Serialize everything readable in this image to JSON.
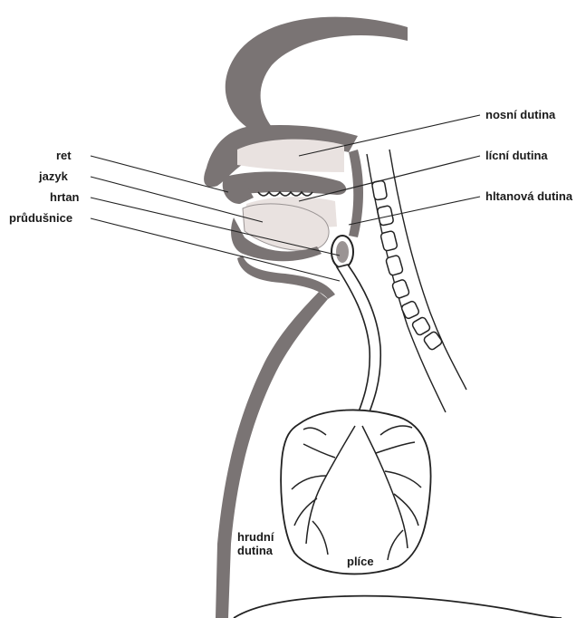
{
  "labels": {
    "left": {
      "ret": "ret",
      "jazyk": "jazyk",
      "hrtan": "hrtan",
      "prudusnice": "průdušnice"
    },
    "right": {
      "nosni_dutina": "nosní dutina",
      "licni_dutina": "lícní dutina",
      "hltanova_dutina": "hltanová dutina"
    },
    "bottom": {
      "hrudni_line1": "hrudní",
      "hrudni_line2": "dutina",
      "plice": "plíce"
    }
  },
  "colors": {
    "tissue": "#7a7474",
    "tissue_light": "#9a9494",
    "cavity": "#e9e2e0",
    "line": "#222222",
    "background": "#ffffff"
  }
}
